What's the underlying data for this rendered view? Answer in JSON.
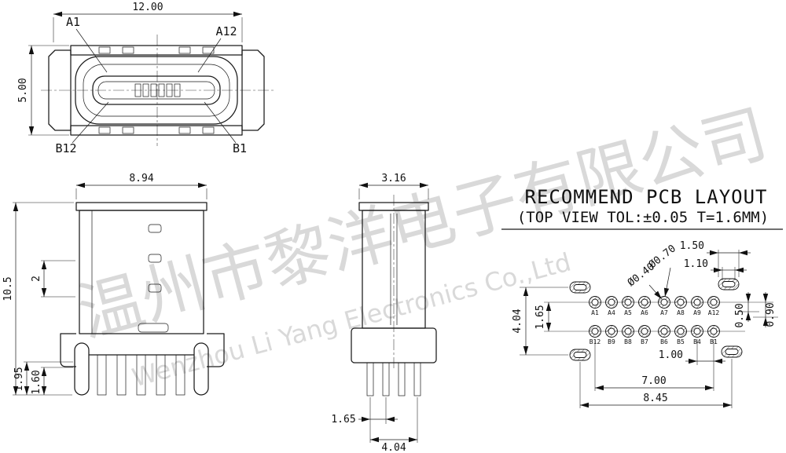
{
  "watermark": {
    "cn": "温州市黎洋电子有限公司",
    "en": "Wenzhou Li Yang Electronics Co.,Ltd"
  },
  "top_view": {
    "dim_width": "12.00",
    "dim_height": "5.00",
    "label_a1": "A1",
    "label_a12": "A12",
    "label_b12": "B12",
    "label_b1": "B1"
  },
  "front_view": {
    "dim_width": "8.94",
    "dim_height": "10.5",
    "dim_tail": "2",
    "dim_leg1": "1.95",
    "dim_leg2": "1.60"
  },
  "side_view": {
    "dim_width": "3.16",
    "dim_pitch": "1.65",
    "dim_span": "4.04"
  },
  "pcb_layout": {
    "title_line1": "RECOMMEND PCB LAYOUT",
    "title_line2": "(TOP VIEW TOL:±0.05 T=1.6MM)",
    "dim_oval_outer": "1.50",
    "dim_oval_inner": "1.10",
    "hole_outer_dia": "Ø0.70",
    "hole_inner_dia": "Ø0.40",
    "dim_offset_a": "0.50",
    "dim_offset_b": "0.90",
    "dim_rows_span": "4.04",
    "dim_row_pitch": "1.65",
    "dim_pad_pitch": "1.00",
    "dim_row_width": "7.00",
    "dim_total_width": "8.45",
    "pins_a": [
      "A1",
      "A4",
      "A5",
      "A6",
      "A7",
      "A8",
      "A9",
      "A12"
    ],
    "pins_b": [
      "B12",
      "B9",
      "B8",
      "B7",
      "B6",
      "B5",
      "B4",
      "B1"
    ]
  }
}
